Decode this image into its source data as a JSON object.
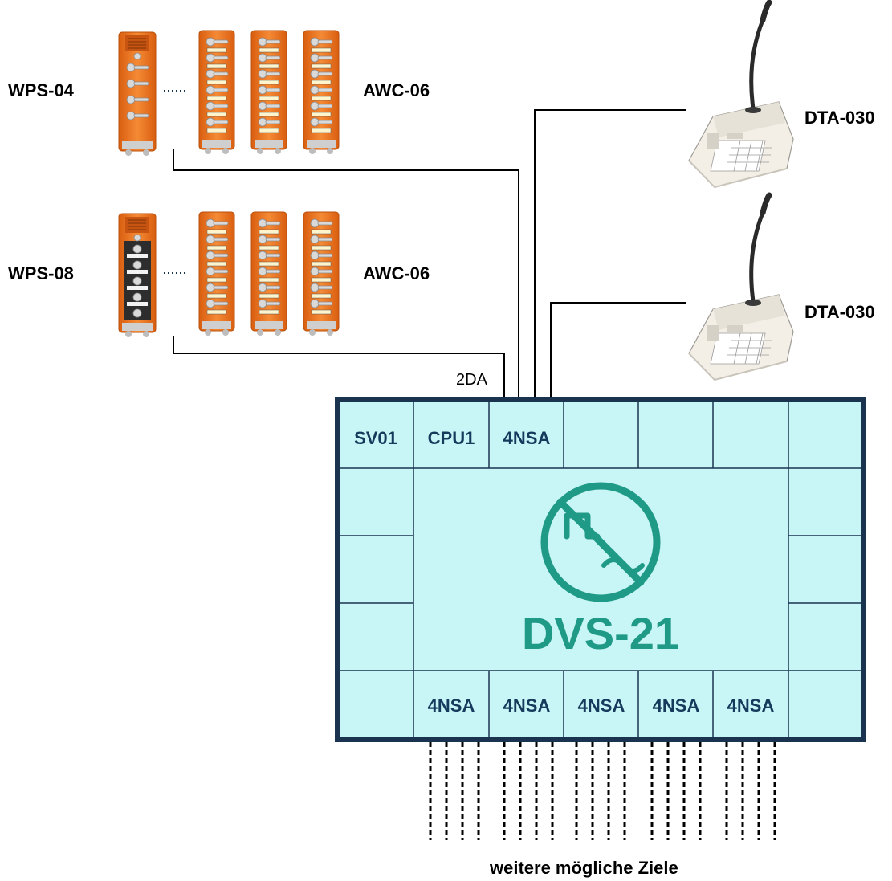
{
  "devices": {
    "wps_top": "WPS-04",
    "awc_top": "AWC-06",
    "wps_bottom": "WPS-08",
    "awc_bottom": "AWC-06",
    "dta_top": "DTA-030",
    "dta_bottom": "DTA-030"
  },
  "connection_label": "2DA",
  "dvs": {
    "name": "DVS-21",
    "top_modules": [
      "SV01",
      "CPU1",
      "4NSA"
    ],
    "bottom_modules": [
      "4NSA",
      "4NSA",
      "4NSA",
      "4NSA",
      "4NSA"
    ]
  },
  "footer": "weitere mögliche Ziele",
  "colors": {
    "device_orange": "#f0731e",
    "rack_fill": "#c8f5f5",
    "rack_border": "#1a3450",
    "logo_teal": "#1f9a86",
    "module_text": "#153a5c"
  }
}
